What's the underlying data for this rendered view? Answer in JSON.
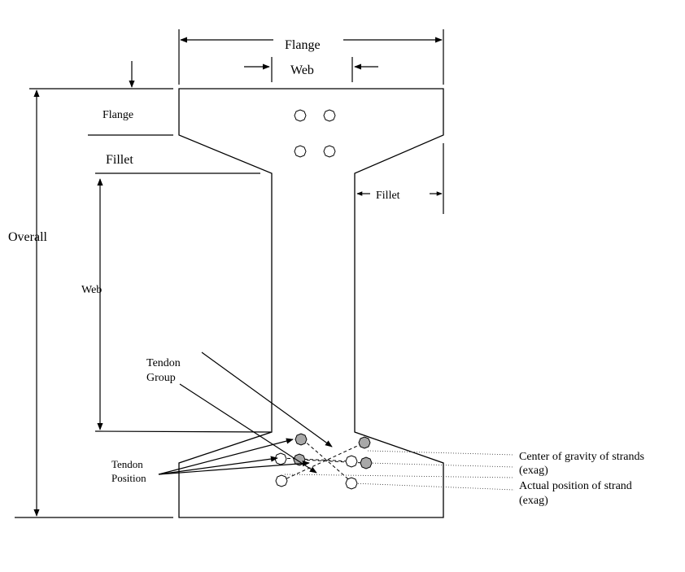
{
  "labels": {
    "top_flange": "Flange",
    "top_web": "Web",
    "left_flange": "Flange",
    "left_fillet": "Fillet",
    "right_fillet": "Fillet",
    "overall": "Overall",
    "left_web": "Web",
    "tendon_group_line1": "Tendon",
    "tendon_group_line2": "Group",
    "tendon_position_line1": "Tendon",
    "tendon_position_line2": "Position",
    "cg_strands_line1": "Center of gravity of strands",
    "cg_strands_line2": "(exag)",
    "actual_position_line1": "Actual position of strand",
    "actual_position_line2": "(exag)"
  },
  "colors": {
    "cg_strand_fill": "#a8a8a8",
    "line": "#000000",
    "background": "#ffffff"
  }
}
